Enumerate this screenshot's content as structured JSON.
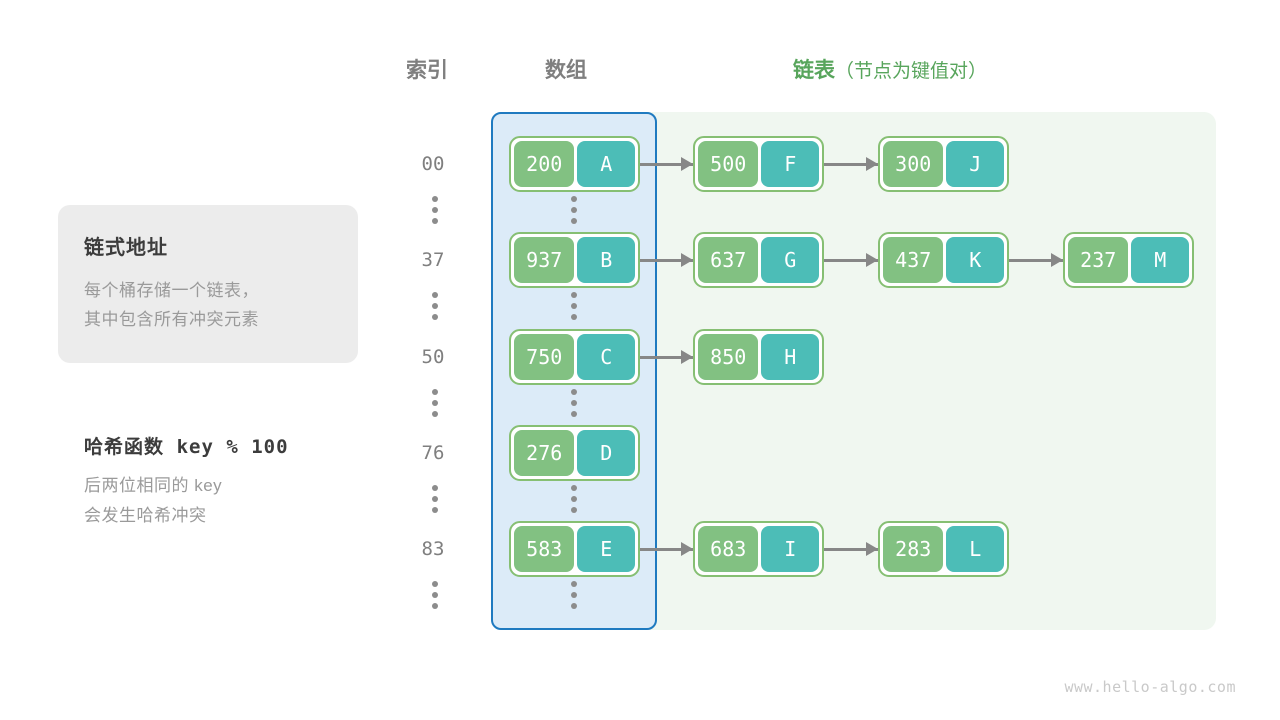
{
  "headers": {
    "index": "索引",
    "array": "数组",
    "list": "链表",
    "list_sub": "（节点为键值对）"
  },
  "info_card": {
    "title": "链式地址",
    "line1": "每个桶存储一个链表，",
    "line2": "其中包含所有冲突元素"
  },
  "hash_note": {
    "title_label": "哈希函数",
    "title_code": "key % 100",
    "line1": "后两位相同的 key",
    "line2": "会发生哈希冲突"
  },
  "colors": {
    "array_panel_fill": "#dcebf8",
    "array_panel_border": "#1f7ac0",
    "list_panel_fill": "#f0f7f0",
    "node_border": "#86bf73",
    "node_key_fill": "#82c182",
    "node_value_fill": "#4cbdb7",
    "arrow": "#878787",
    "accent_green_text": "#58a55c",
    "muted_text": "#9a9a9a"
  },
  "buckets": [
    {
      "index": "00",
      "nodes": [
        {
          "key": "200",
          "value": "A"
        },
        {
          "key": "500",
          "value": "F"
        },
        {
          "key": "300",
          "value": "J"
        }
      ]
    },
    {
      "index": "37",
      "nodes": [
        {
          "key": "937",
          "value": "B"
        },
        {
          "key": "637",
          "value": "G"
        },
        {
          "key": "437",
          "value": "K"
        },
        {
          "key": "237",
          "value": "M"
        }
      ]
    },
    {
      "index": "50",
      "nodes": [
        {
          "key": "750",
          "value": "C"
        },
        {
          "key": "850",
          "value": "H"
        }
      ]
    },
    {
      "index": "76",
      "nodes": [
        {
          "key": "276",
          "value": "D"
        }
      ]
    },
    {
      "index": "83",
      "nodes": [
        {
          "key": "583",
          "value": "E"
        },
        {
          "key": "683",
          "value": "I"
        },
        {
          "key": "283",
          "value": "L"
        }
      ]
    }
  ],
  "ellipsis_rows": 6,
  "watermark": "www.hello-algo.com"
}
